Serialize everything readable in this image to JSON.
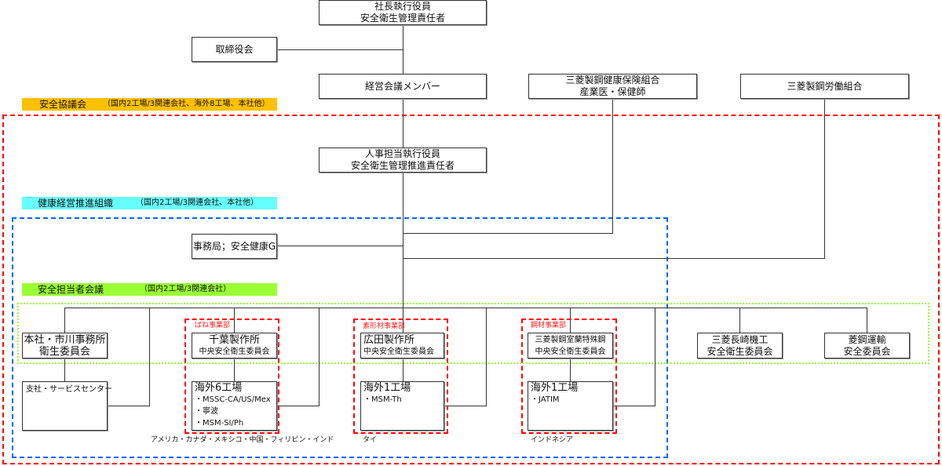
{
  "title": "安全衛生管理体制",
  "top": {
    "president": [
      "社長執行役員",
      "安全衛生管理責任者"
    ],
    "board": "取締役会",
    "management": "経営会議メンバー",
    "health_insurance": [
      "三菱製鋼健康保険組合",
      "産業医・保健師"
    ],
    "labor_union": "三菱製鋼労働組合",
    "hr_officer": [
      "人事担当執行役員",
      "安全衛生管理推進責任者"
    ],
    "secretariat": "事務局；安全健康G"
  },
  "bands": {
    "safety_council": {
      "title": "安全協議会",
      "note": "（国内2工場/3関連会社、海外8工場、本社他）",
      "color": "#ffc000"
    },
    "health_org": {
      "title": "健康経営推進組織",
      "note": "（国内2工場/3関連会社、本社他）",
      "color": "#66ffff"
    },
    "safety_officers": {
      "title": "安全担当者会議",
      "note": "（国内2工場/3関連会社）",
      "color": "#99ff33"
    }
  },
  "frames": {
    "safety_council_color": "#ff0000",
    "health_org_color": "#0066ff",
    "safety_officers_color": "#99ff33"
  },
  "committees": {
    "hq": [
      "本社・市川事務所",
      "衛生委員会"
    ],
    "branch": "支社・サービスセンター",
    "spring_division": {
      "tag": "ばね事業部",
      "main": [
        "千葉製作所",
        "中央安全衛生委員会"
      ],
      "overseas_title": "海外6工場",
      "overseas_items": [
        "・MSSC-CA/US/Mex",
        "・寧波",
        "・MSM-SI/Ph"
      ],
      "caption": "アメリカ・カナダ・メキシコ・中国・フィリピン・インド"
    },
    "forming_division": {
      "tag": "素形材事業部",
      "main": [
        "広田製作所",
        "中央安全衛生委員会"
      ],
      "overseas_title": "海外1工場",
      "overseas_items": [
        "・MSM-Th"
      ],
      "caption": "タイ"
    },
    "steel_division": {
      "tag": "鋼材事業部",
      "main": [
        "三菱製鋼室蘭特殊鋼",
        "中央安全衛生委員会"
      ],
      "overseas_title": "海外1工場",
      "overseas_items": [
        "・JATIM"
      ],
      "caption": "インドネシア"
    },
    "nagasaki": [
      "三菱長崎機工",
      "安全衛生委員会"
    ],
    "transport": [
      "菱鋼運輸",
      "安全委員会"
    ]
  }
}
